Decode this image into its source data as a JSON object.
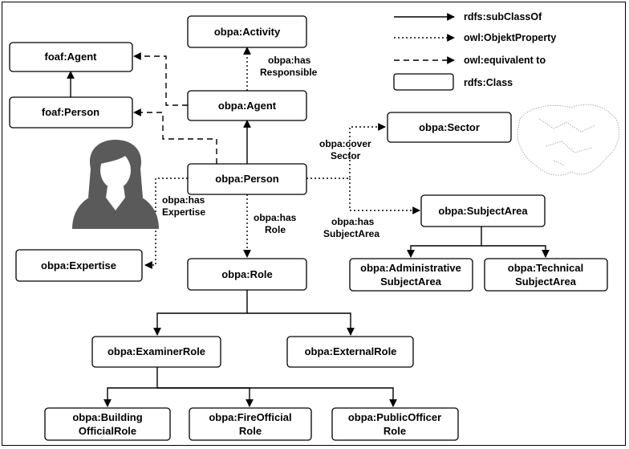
{
  "legend": {
    "subclass": "rdfs:subClassOf",
    "object_property": "owl:ObjektProperty",
    "equivalent": "owl:equivalent to",
    "class": "rdfs:Class"
  },
  "nodes": {
    "activity": "obpa:Activity",
    "foaf_agent": "foaf:Agent",
    "foaf_person": "foaf:Person",
    "agent": "obpa:Agent",
    "person": "obpa:Person",
    "sector": "obpa:Sector",
    "subject_area": "obpa:SubjectArea",
    "administrative_1": "obpa:Administrative",
    "administrative_2": "SubjectArea",
    "technical_1": "obpa:Technical",
    "technical_2": "SubjectArea",
    "expertise": "obpa:Expertise",
    "role": "obpa:Role",
    "examiner_role": "obpa:ExaminerRole",
    "external_role": "obpa:ExternalRole",
    "building_1": "obpa:Building",
    "building_2": "OfficialRole",
    "fire_1": "obpa:FireOfficial",
    "fire_2": "Role",
    "public_1": "obpa:PublicOfficer",
    "public_2": "Role"
  },
  "edge_labels": {
    "has_responsible_1": "obpa:has",
    "has_responsible_2": "Responsible",
    "cover_sector_1": "obpa:cover",
    "cover_sector_2": "Sector",
    "has_expertise_1": "obpa:has",
    "has_expertise_2": "Expertise",
    "has_role_1": "obpa:has",
    "has_role_2": "Role",
    "has_subject_area_1": "obpa:has",
    "has_subject_area_2": "SubjectArea"
  },
  "icons": {
    "person": "person-avatar-icon",
    "map": "region-map-icon"
  }
}
